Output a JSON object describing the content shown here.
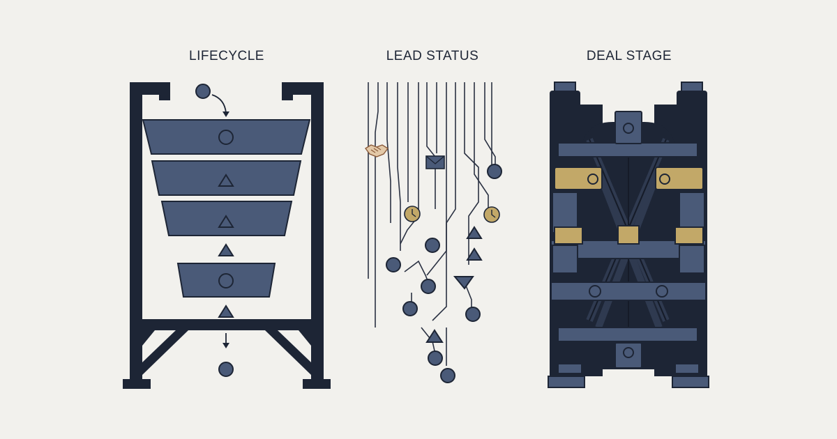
{
  "panels": {
    "lifecycle": {
      "title": "LIFECYCLE"
    },
    "lead_status": {
      "title": "LEAD STATUS"
    },
    "deal_stage": {
      "title": "DEAL STAGE"
    }
  },
  "colors": {
    "background": "#f2f1ed",
    "navy": "#1d2535",
    "slate_blue": "#4a5a78",
    "gold": "#c2a868",
    "line": "#2a3142"
  },
  "icons": [
    "handshake-icon",
    "envelope-icon",
    "clock-icon",
    "circle-token",
    "triangle-token"
  ]
}
